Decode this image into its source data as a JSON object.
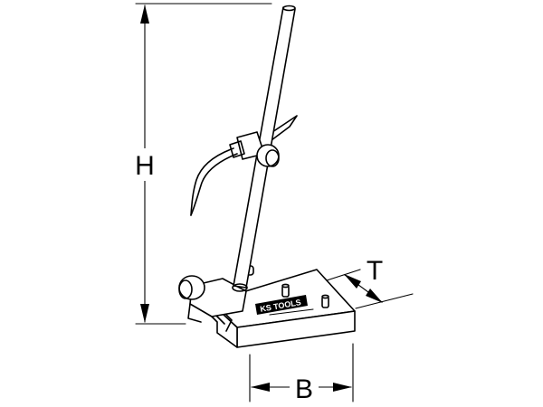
{
  "dimensions": {
    "height_label": "H",
    "width_label": "B",
    "thickness_label": "T"
  },
  "brand": {
    "logo_text": "KS TOOLS"
  }
}
